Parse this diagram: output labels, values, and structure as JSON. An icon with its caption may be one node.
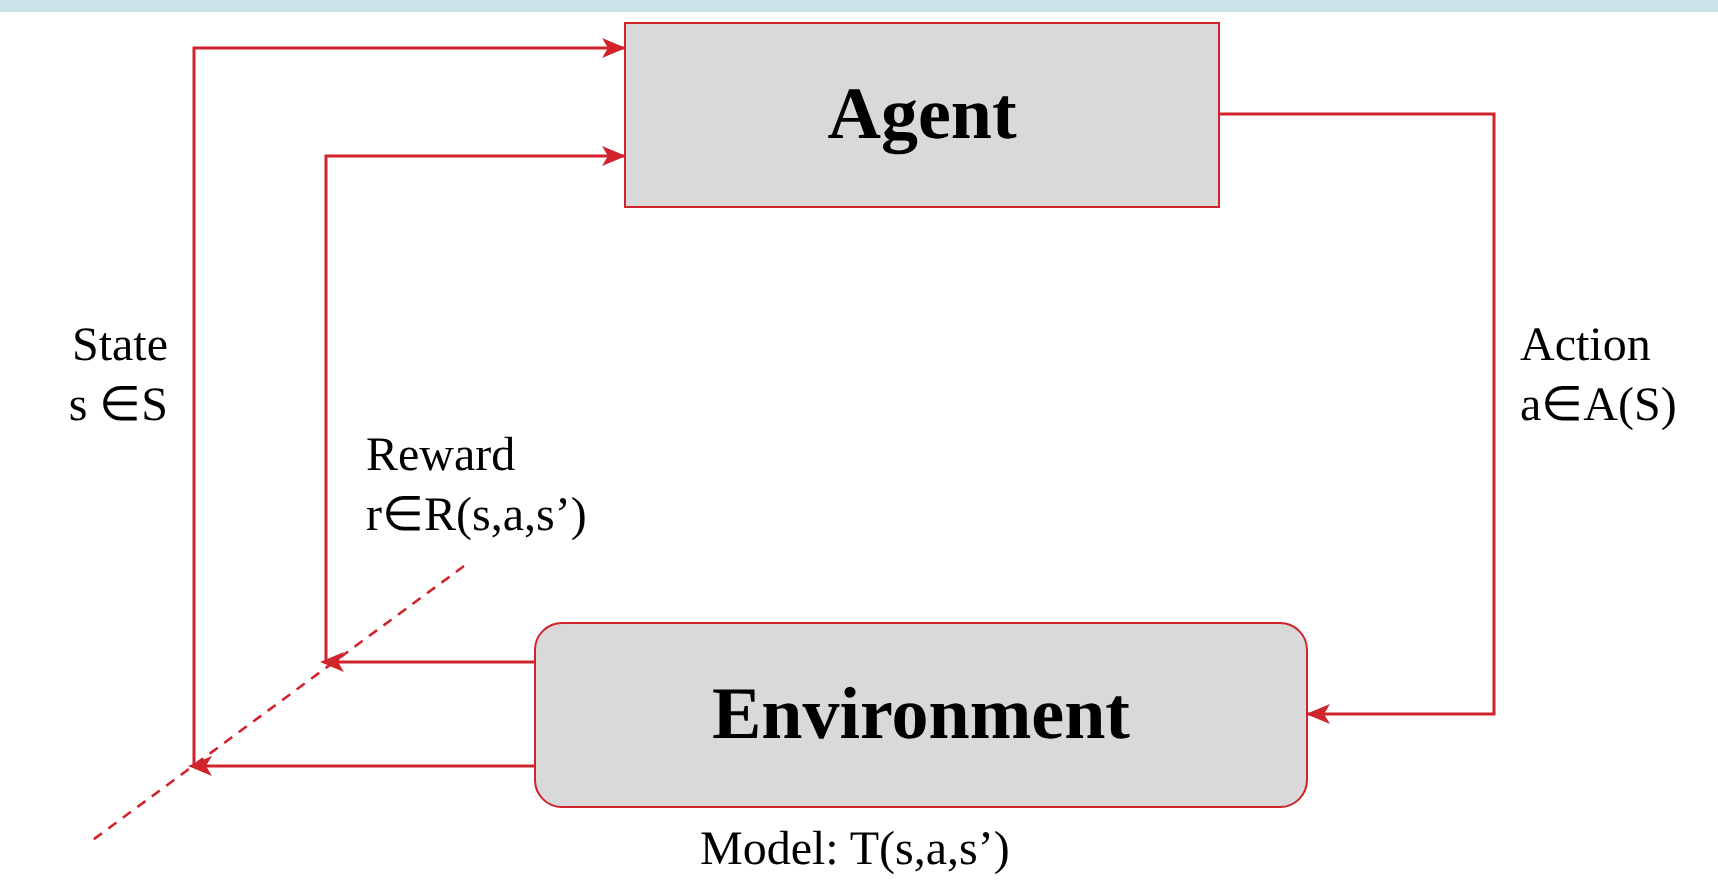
{
  "diagram": {
    "nodes": [
      {
        "text": [
          "Agent"
        ]
      },
      {
        "text": [
          "Environment"
        ],
        "beside": [
          "Model: T(s,a,s’)"
        ]
      }
    ],
    "edges": [
      {
        "from": 1,
        "to": 0,
        "arrow": "to",
        "label": "State s ∈S"
      },
      {
        "from": 1,
        "to": 0,
        "arrow": "to",
        "label": "Reward r∈R(s,a,s’)"
      },
      {
        "from": 0,
        "to": 1,
        "arrow": "to",
        "label": "Action a∈A(S)"
      }
    ]
  }
}
